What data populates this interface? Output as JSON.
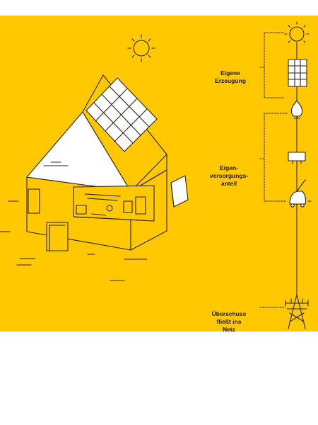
{
  "colors": {
    "background": "#FFC800",
    "line": "#2A2418",
    "fill_light": "#FFFFFF",
    "page": "#FFFFFF"
  },
  "icons": [
    "sun-icon",
    "solar-panel-icon",
    "light-bulb-icon",
    "appliance-icon",
    "vacuum-cleaner-icon",
    "power-pylon-icon"
  ],
  "labels": {
    "generation": "Eigene\nErzeugung",
    "self_supply": "Eigen-\nversorgungs-\nanteil",
    "grid_feed_in": "Überschuss\nfließt ins\nNetz"
  }
}
